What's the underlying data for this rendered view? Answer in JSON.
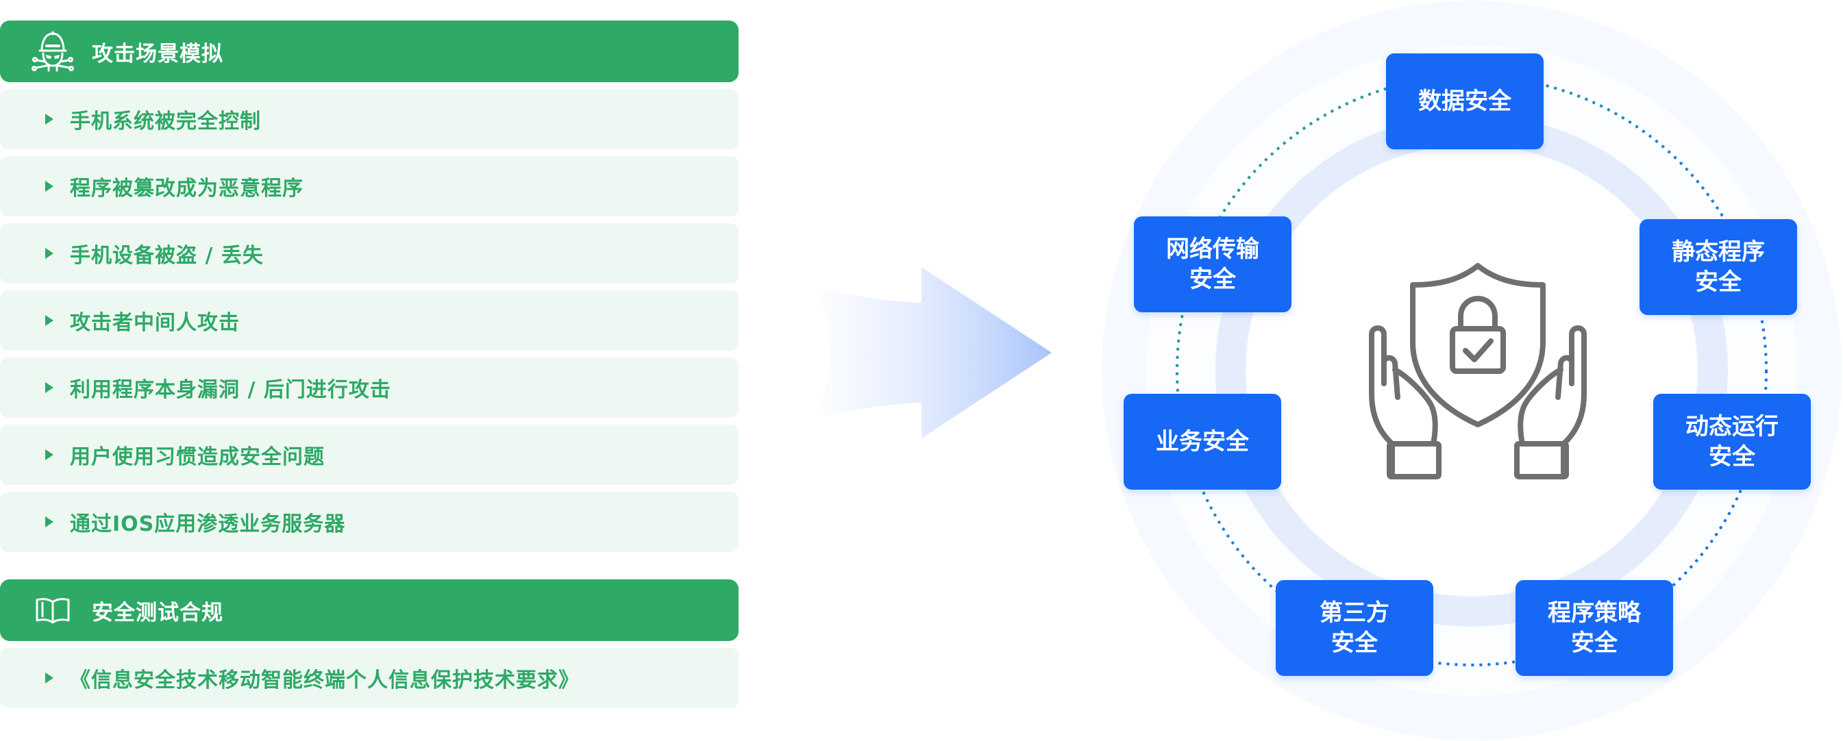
{
  "attack_panel": {
    "title": "攻击场景模拟",
    "icon": "hacker-icon",
    "items": [
      "手机系统被完全控制",
      "程序被篡改成为恶意程序",
      "手机设备被盗 / 丢失",
      "攻击者中间人攻击",
      "利用程序本身漏洞 / 后门进行攻击",
      "用户使用习惯造成安全问题",
      "通过IOS应用渗透业务服务器"
    ]
  },
  "compliance_panel": {
    "title": "安全测试合规",
    "icon": "book-icon",
    "items": [
      "《信息安全技术移动智能终端个人信息保护技术要求》"
    ]
  },
  "ring": {
    "center_icon": "shield-lock-hands-icon",
    "nodes": {
      "data": "数据安全",
      "static": "静态程序\n安全",
      "dynamic": "动态运行\n安全",
      "strategy": "程序策略\n安全",
      "third_party": "第三方\n安全",
      "business": "业务安全",
      "network": "网络传输\n安全"
    }
  },
  "colors": {
    "green": "#2ea966",
    "green_light": "#eef8f2",
    "blue": "#1668f5",
    "ring_light": "#e6eefc",
    "ring_outer": "#f5f8fe",
    "icon_gray": "#6f6f6f"
  }
}
